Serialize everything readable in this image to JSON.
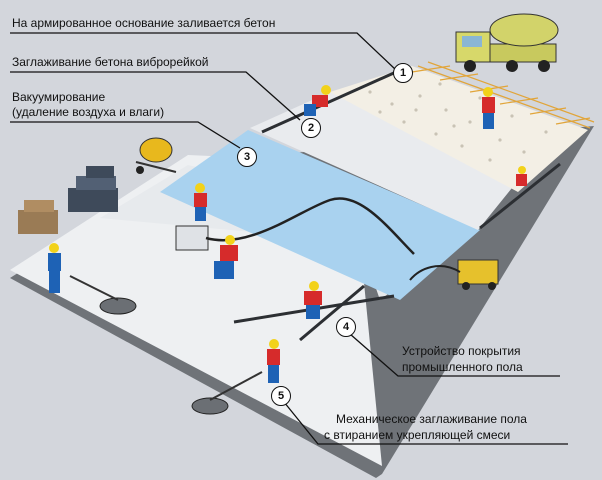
{
  "labels": {
    "step1": "На армированное основание заливается бетон",
    "step2": "Заглаживание бетона виброрейкой",
    "step3_line1": "Вакуумирование",
    "step3_line2": "(удаление воздуха и влаги)",
    "step4_line1": "Устройство покрытия",
    "step4_line2": "промышленного пола",
    "step5_line1": "Механическое заглаживание пола",
    "step5_line2": "с втиранием укрепляющей смеси"
  },
  "markers": [
    "1",
    "2",
    "3",
    "4",
    "5"
  ],
  "colors": {
    "background": "#d3d6dc",
    "slab_finished": "#eef0f2",
    "slab_smoothed": "#e6e9ec",
    "slab_vacuum": "#a9d2ef",
    "gravel": "#f3efe5",
    "mesh": "#e1a53a",
    "truck": "#d7d86a",
    "worker_shirt": "#d62b2b",
    "worker_pants": "#1e62b5",
    "helmet": "#f2d21a",
    "leader": "#111111"
  }
}
